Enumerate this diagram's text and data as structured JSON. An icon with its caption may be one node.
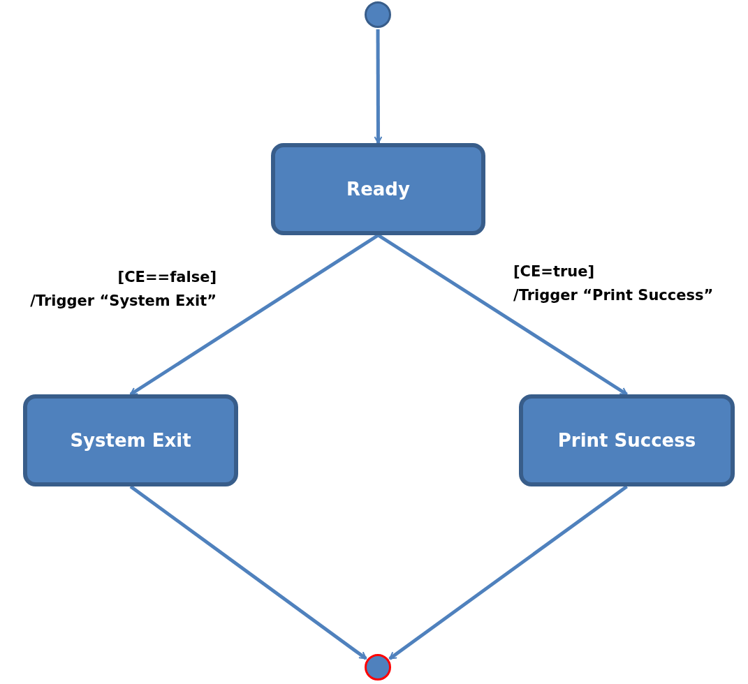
{
  "diagram": {
    "nodes": [
      {
        "text": [],
        "shape": "circle"
      },
      {
        "text": [
          "Ready"
        ]
      },
      {
        "text": [
          "System Exit"
        ]
      },
      {
        "text": [
          "Print Success"
        ]
      },
      {
        "text": [],
        "shape": "circle"
      }
    ],
    "edges": [
      {
        "from": 0,
        "to": 1,
        "arrow": "to"
      },
      {
        "from": 1,
        "to": 2,
        "arrow": "to",
        "label": "[CE==false] /Trigger “System Exit”"
      },
      {
        "from": 1,
        "to": 3,
        "arrow": "to",
        "label": "[CE=true] /Trigger “Print Success”"
      },
      {
        "from": 2,
        "to": 4,
        "arrow": "to"
      },
      {
        "from": 3,
        "to": 4,
        "arrow": "to"
      }
    ]
  }
}
